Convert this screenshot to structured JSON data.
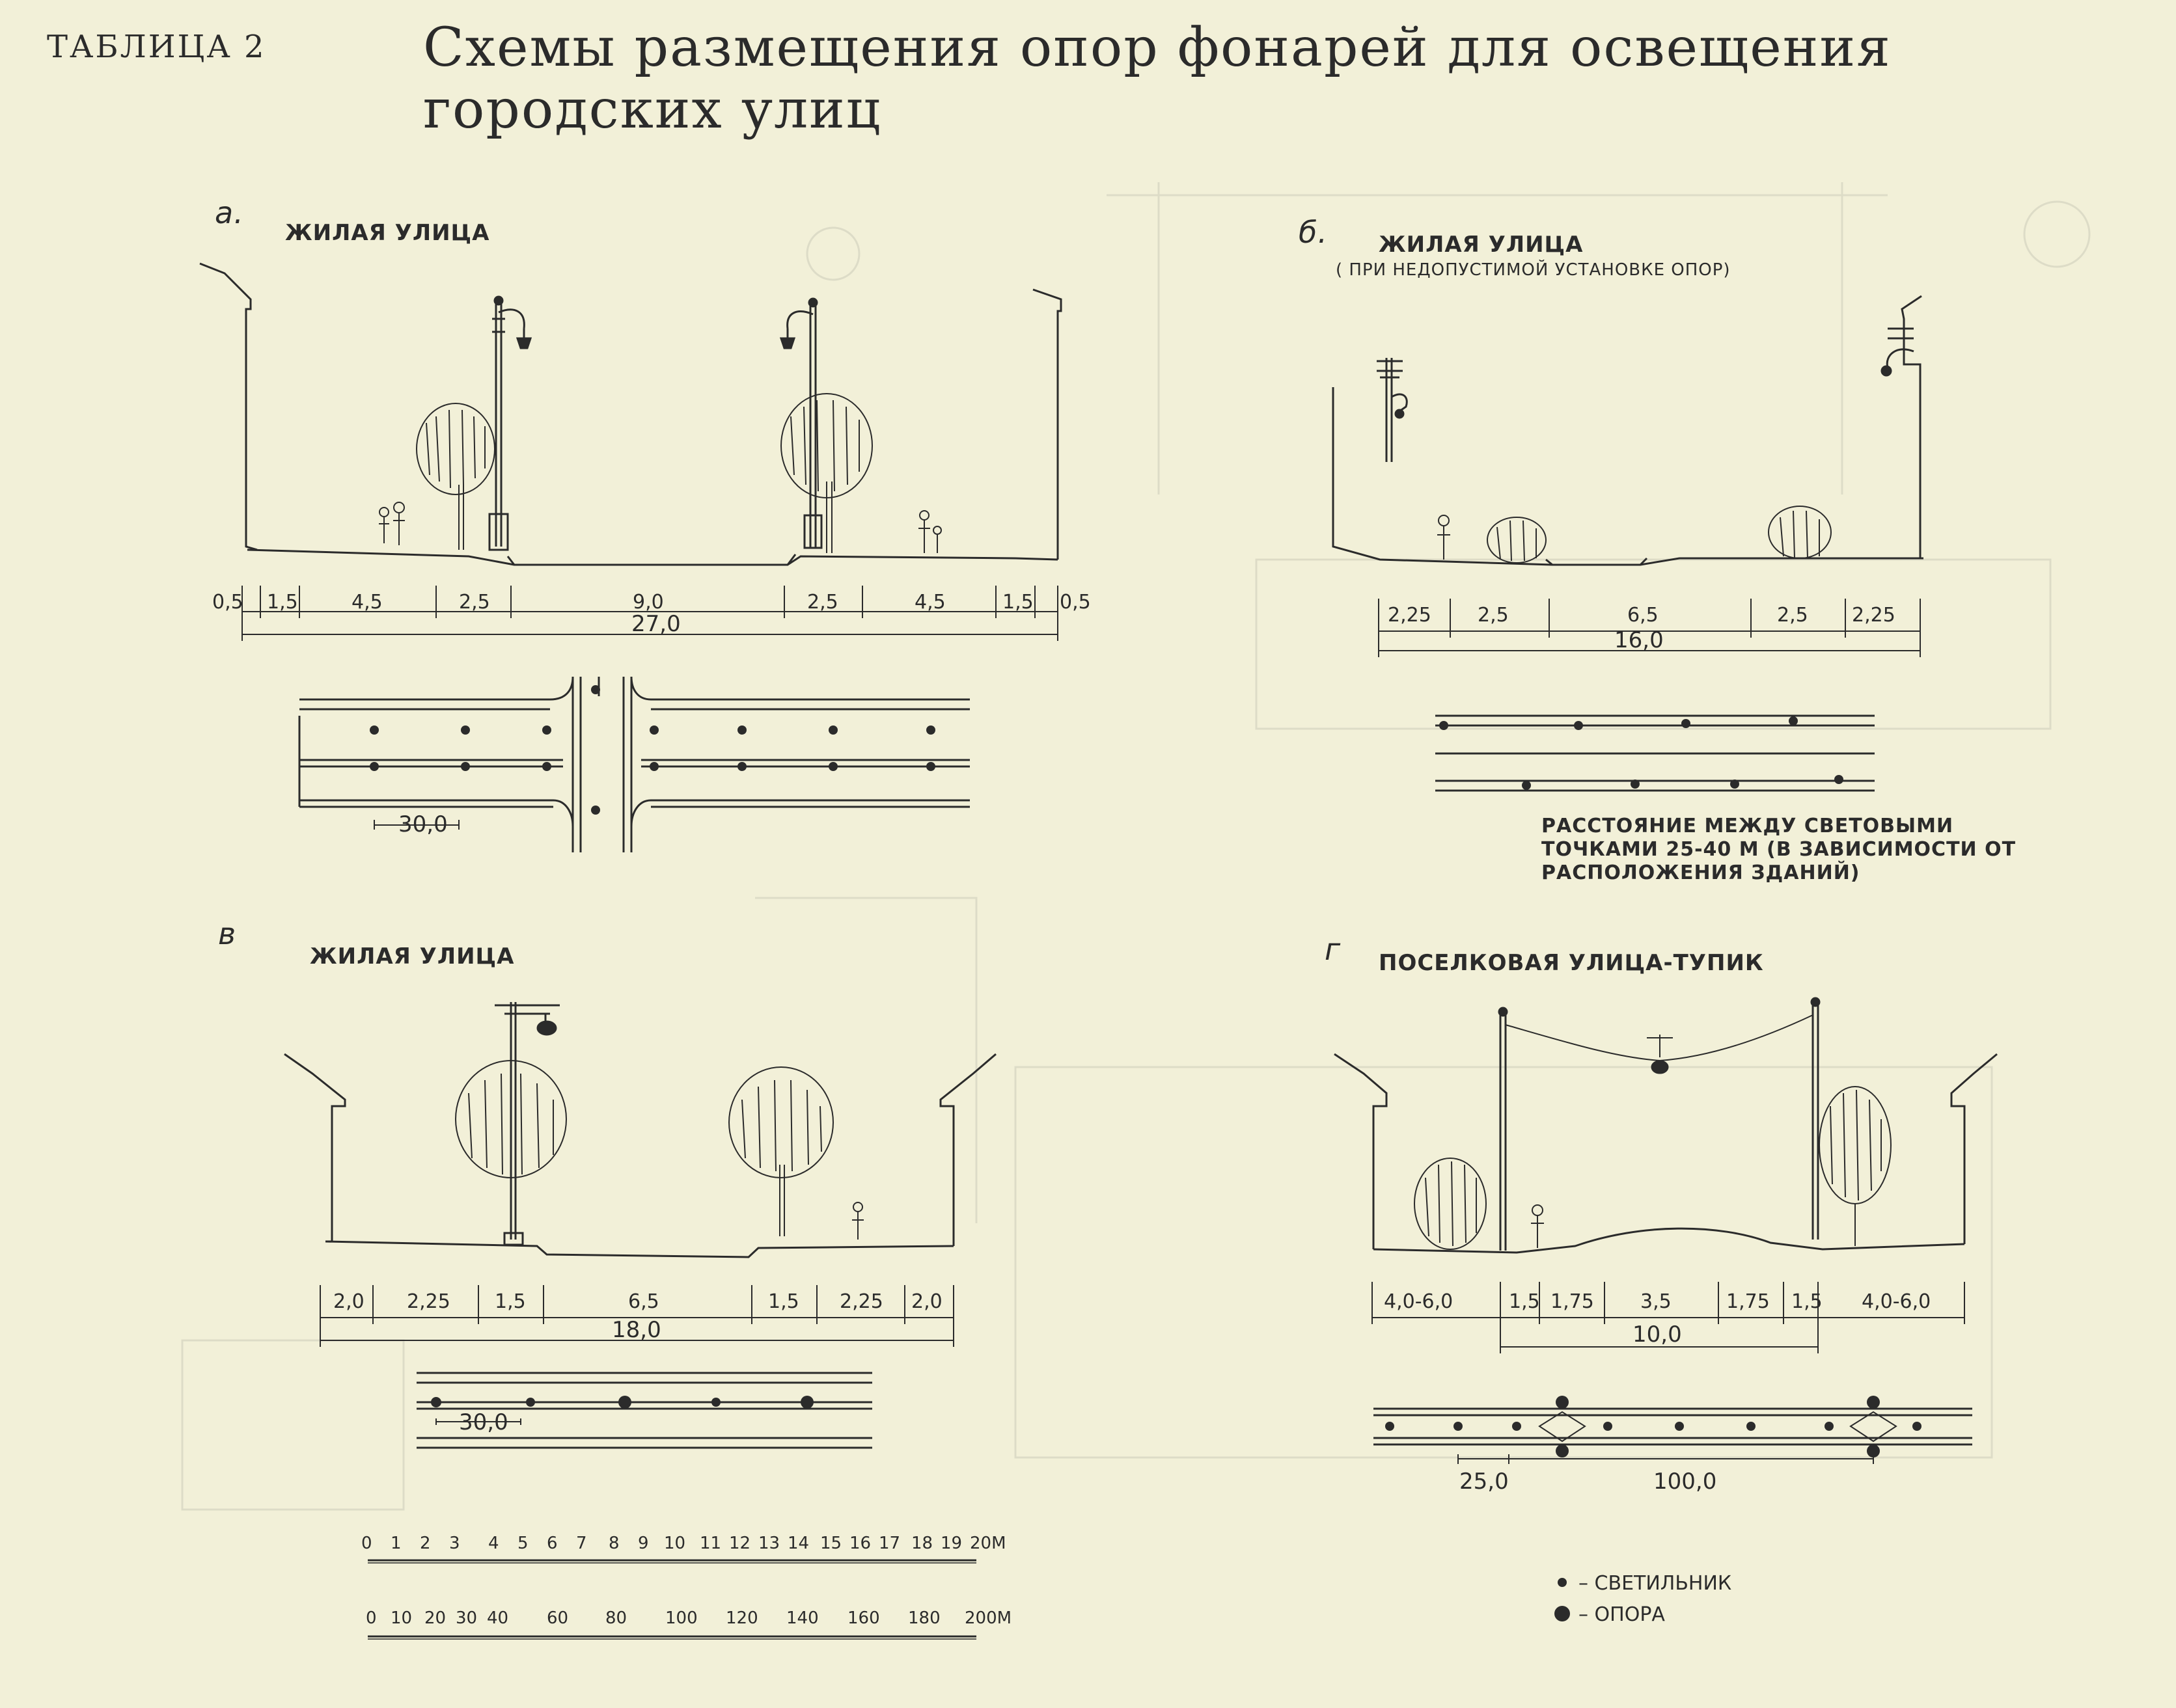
{
  "header": {
    "table_label": "ТАБЛИЦА 2",
    "title": "Схемы размещения опор фонарей для освещения городских улиц"
  },
  "panels": {
    "a": {
      "letter": "а.",
      "title": "ЖИЛАЯ УЛИЦА",
      "widths": [
        "0,5",
        "1,5",
        "4,5",
        "2,5",
        "9,0",
        "2,5",
        "4,5",
        "1,5",
        "0,5"
      ],
      "total": "27,0",
      "spacing": "30,0"
    },
    "b": {
      "letter": "б.",
      "title": "ЖИЛАЯ УЛИЦА",
      "subtitle": "( ПРИ НЕДОПУСТИМОЙ УСТАНОВКЕ ОПОР)",
      "widths": [
        "2,25",
        "2,5",
        "6,5",
        "2,5",
        "2,25"
      ],
      "total": "16,0",
      "note": "РАССТОЯНИЕ МЕЖДУ СВЕТОВЫМИ ТОЧКАМИ 25-40 М (В ЗАВИСИМОСТИ ОТ РАСПОЛОЖЕНИЯ ЗДАНИЙ)"
    },
    "v": {
      "letter": "в",
      "title": "ЖИЛАЯ УЛИЦА",
      "widths": [
        "2,0",
        "2,25",
        "1,5",
        "6,5",
        "1,5",
        "2,25",
        "2,0"
      ],
      "total": "18,0",
      "spacing": "30,0"
    },
    "g": {
      "letter": "г",
      "title": "ПОСЕЛКОВАЯ УЛИЦА-ТУПИК",
      "widths": [
        "4,0-6,0",
        "1,5",
        "1,75",
        "3,5",
        "1,75",
        "1,5",
        "4,0-6,0"
      ],
      "total": "10,0",
      "spacing_small": "25,0",
      "spacing_large": "100,0"
    }
  },
  "scales": {
    "scale1": [
      "0",
      "1",
      "2",
      "3",
      "4",
      "5",
      "6",
      "7",
      "8",
      "9",
      "10",
      "11",
      "12",
      "13",
      "14",
      "15",
      "16",
      "17",
      "18",
      "19",
      "20М"
    ],
    "scale2": [
      "0",
      "10",
      "20",
      "30",
      "40",
      "60",
      "80",
      "100",
      "120",
      "140",
      "160",
      "180",
      "200М"
    ]
  },
  "legend": [
    {
      "symbol": "small-dot",
      "label": "– СВЕТИЛЬНИК"
    },
    {
      "symbol": "large-dot",
      "label": "– ОПОРА"
    }
  ]
}
